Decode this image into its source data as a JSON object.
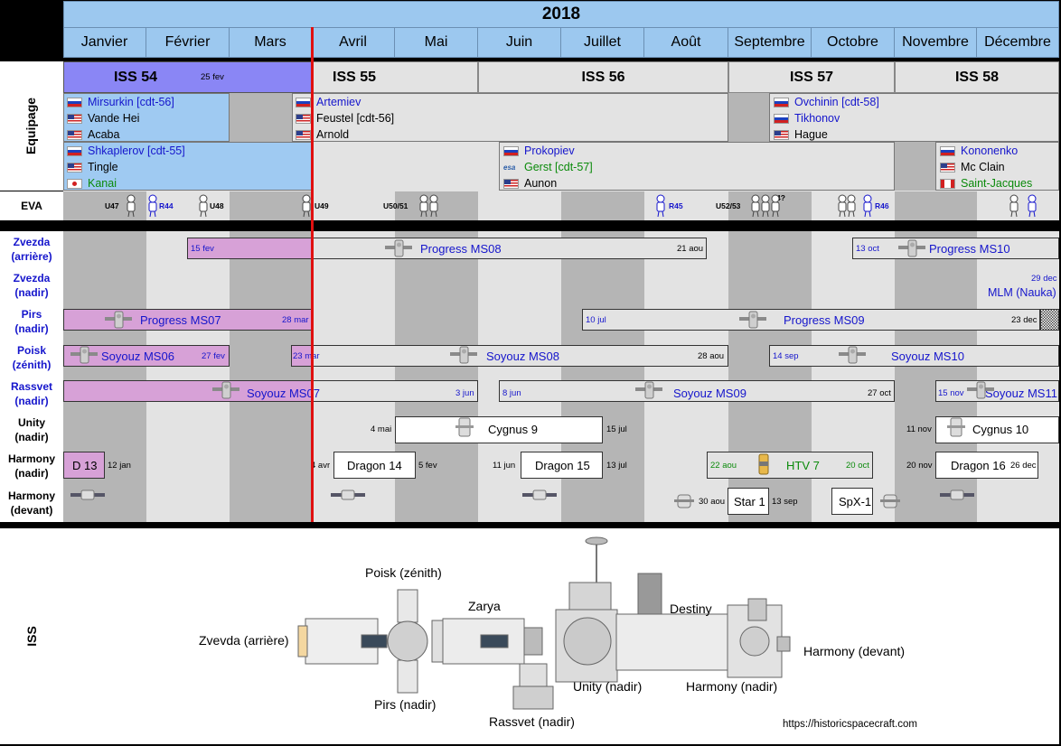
{
  "year": "2018",
  "months": [
    "Janvier",
    "Février",
    "Mars",
    "Avril",
    "Mai",
    "Juin",
    "Juillet",
    "Août",
    "Septembre",
    "Octobre",
    "Novembre",
    "Décembre"
  ],
  "side_labels": {
    "equipage": "Equipage",
    "eva": "EVA",
    "iss": "ISS",
    "zvezda_arriere_1": "Zvezda",
    "zvezda_arriere_2": "(arrière)",
    "zvezda_nadir_1": "Zvezda",
    "zvezda_nadir_2": "(nadir)",
    "pirs_1": "Pirs",
    "pirs_2": "(nadir)",
    "poisk_1": "Poisk",
    "poisk_2": "(zénith)",
    "rassvet_1": "Rassvet",
    "rassvet_2": "(nadir)",
    "unity_1": "Unity",
    "unity_2": "(nadir)",
    "harmony_nadir_1": "Harmony",
    "harmony_nadir_2": "(nadir)",
    "harmony_devant_1": "Harmony",
    "harmony_devant_2": "(devant)"
  },
  "expeditions": {
    "iss54": "ISS 54",
    "iss54_date": "25 fev",
    "iss55": "ISS 55",
    "iss56": "ISS 56",
    "iss57": "ISS 57",
    "iss58": "ISS 58"
  },
  "crew": {
    "g1": [
      "Mirsurkin [cdt-56]",
      "Vande Hei",
      "Acaba"
    ],
    "g2": [
      "Artemiev",
      "Feustel [cdt-56]",
      "Arnold"
    ],
    "g3": [
      "Ovchinin [cdt-58]",
      "Tikhonov",
      "Hague"
    ],
    "g4": [
      "Shkaplerov [cdt-55]",
      "Tingle",
      "Kanai"
    ],
    "g5": [
      "Prokopiev",
      "Gerst [cdt-57]",
      "Aunon"
    ],
    "g6": [
      "Kononenko",
      "Mc Clain",
      "Saint-Jacques"
    ],
    "esa": "esa"
  },
  "eva": {
    "u47": "U47",
    "r44": "R44",
    "u48": "U48",
    "u49": "U49",
    "u5051": "U50/51",
    "r45": "R45",
    "u5253": "U52/53",
    "plus4": "+4?",
    "r46": "R46"
  },
  "zvezda_arriere": {
    "start": "15 fev",
    "name": "Progress MS08",
    "end": "21 aou",
    "start2": "13 oct",
    "name2": "Progress MS10"
  },
  "zvezda_nadir": {
    "date": "29 dec",
    "name": "MLM (Nauka)"
  },
  "pirs": {
    "name1": "Progress MS07",
    "end1": "28 mar",
    "start2": "10 jul",
    "name2": "Progress MS09",
    "end2": "23 dec"
  },
  "poisk": {
    "name1": "Soyouz MS06",
    "end1": "27 fev",
    "start2": "23 mar",
    "name2": "Soyouz MS08",
    "end2": "28 aou",
    "start3": "14 sep",
    "name3": "Soyouz MS10"
  },
  "rassvet": {
    "name1": "Soyouz MS07",
    "end1": "3 jun",
    "start2": "8 jun",
    "name2": "Soyouz MS09",
    "end2": "27 oct",
    "start3": "15 nov",
    "name3": "Soyouz MS11"
  },
  "unity": {
    "start1": "4 mai",
    "name1": "Cygnus 9",
    "end1": "15 jul",
    "start2": "11 nov",
    "name2": "Cygnus 10"
  },
  "harmony_nadir": {
    "name0": "D 13",
    "end0": "12 jan",
    "start1": "4 avr",
    "name1": "Dragon 14",
    "end1": "5 fev",
    "start2": "11 jun",
    "name2": "Dragon 15",
    "end2": "13 jul",
    "start3": "22 aou",
    "name3": "HTV 7",
    "end3": "20 oct",
    "start4": "20 nov",
    "name4": "Dragon 16",
    "end4": "26 dec"
  },
  "harmony_devant": {
    "start1": "30 aou",
    "name1": "Star 1",
    "end1": "13 sep",
    "name2": "SpX-1"
  },
  "iss_diagram": {
    "poisk": "Poisk (zénith)",
    "zarya": "Zarya",
    "destiny": "Destiny",
    "zvevda": "Zvevda (arrière)",
    "harmony_devant": "Harmony (devant)",
    "pirs": "Pirs (nadir)",
    "unity": "Unity (nadir)",
    "harmony_nadir": "Harmony (nadir)",
    "rassvet": "Rassvet (nadir)",
    "credit": "https://historicspacecraft.com"
  },
  "colors": {
    "header": "#9cc8ef",
    "iss54": "#8a86f5",
    "crew_blue": "#9fcaf2",
    "pink": "#d7a1d7",
    "today": "#e01010"
  }
}
